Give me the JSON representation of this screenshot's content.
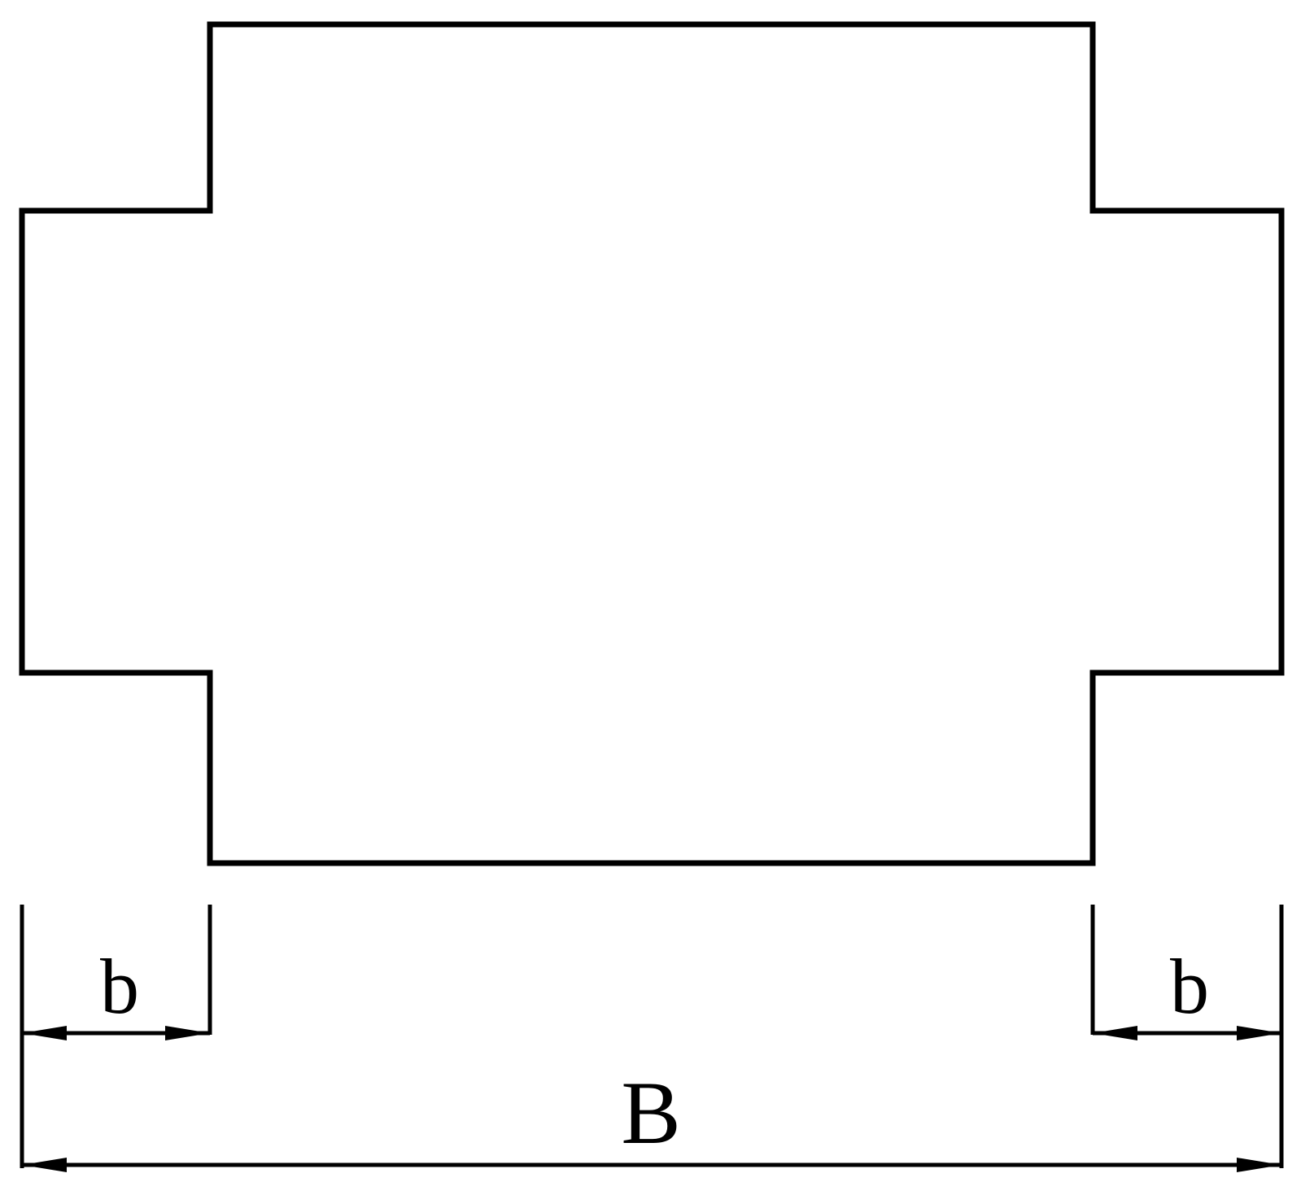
{
  "diagram": {
    "labels": {
      "left_flange_width": "b",
      "right_flange_width": "b",
      "total_width": "B"
    },
    "colors": {
      "stroke": "#000000",
      "background": "#ffffff"
    }
  }
}
